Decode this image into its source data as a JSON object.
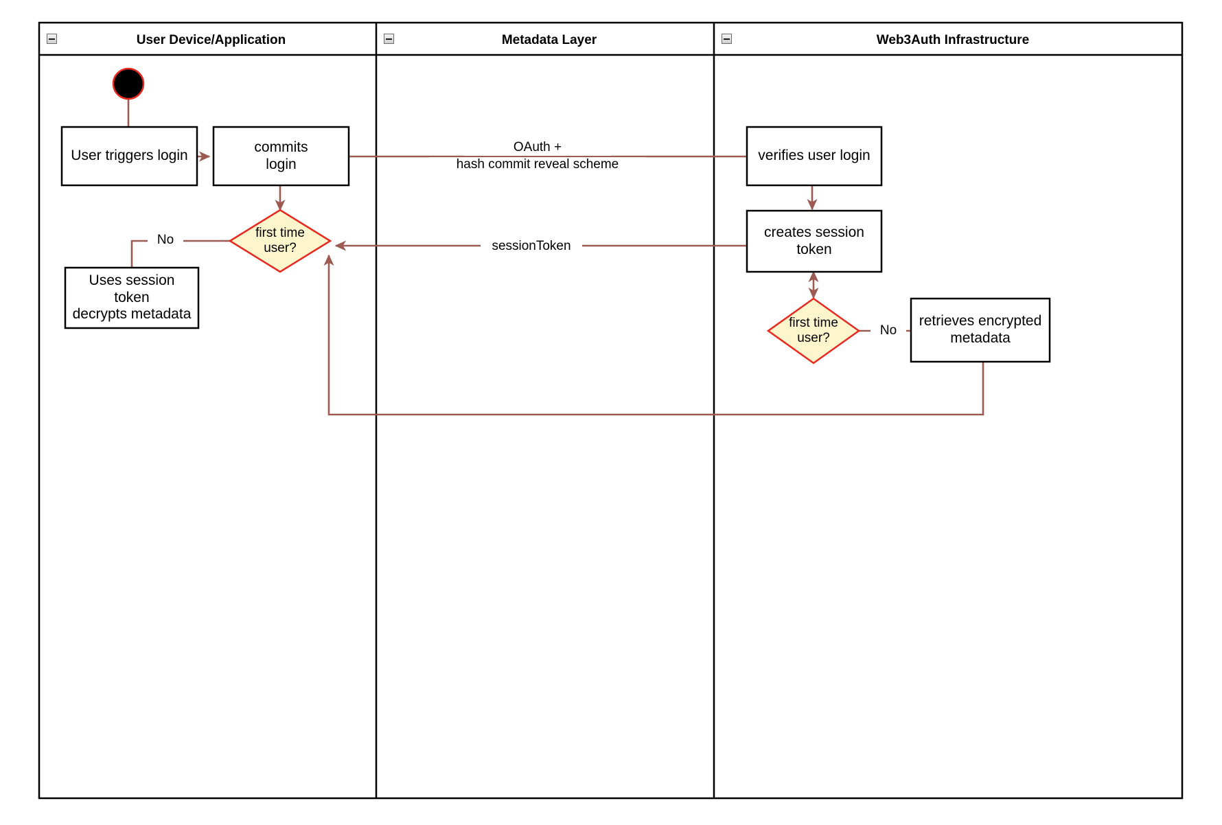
{
  "diagram": {
    "type": "uml-activity-swimlane",
    "background_color": "#ffffff",
    "border_color": "#000000",
    "flow_color": "#9c5b52",
    "decision_fill": "#fdf6cd",
    "decision_border": "#e8291f",
    "start_node_fill": "#000000",
    "start_node_border": "#e8291f"
  },
  "lanes": [
    {
      "id": "lane-user-device",
      "title": "User Device/Application",
      "collapse_icon": "collapse-minus-icon"
    },
    {
      "id": "lane-metadata",
      "title": "Metadata Layer",
      "collapse_icon": "collapse-minus-icon"
    },
    {
      "id": "lane-web3auth",
      "title": "Web3Auth Infrastructure",
      "collapse_icon": "collapse-minus-icon"
    }
  ],
  "nodes": {
    "start": {
      "name": "start-node",
      "label": ""
    },
    "user_triggers_login": {
      "label": "User triggers login"
    },
    "commits_login": {
      "label": "commits\nlogin"
    },
    "first_time_user_left": {
      "label": "first time\nuser?"
    },
    "uses_session_token": {
      "label": "Uses session\ntoken\ndecrypts metadata"
    },
    "verifies_user_login": {
      "label": "verifies user login"
    },
    "creates_session_token": {
      "label": "creates session\ntoken"
    },
    "first_time_user_right": {
      "label": "first time\nuser?"
    },
    "retrieves_encrypted_metadata": {
      "label": "retrieves encrypted\nmetadata"
    }
  },
  "edge_labels": {
    "oauth_scheme_line1": "OAuth +",
    "oauth_scheme_line2": "hash commit reveal scheme",
    "no_left": "No",
    "session_token": "sessionToken",
    "no_right": "No"
  }
}
